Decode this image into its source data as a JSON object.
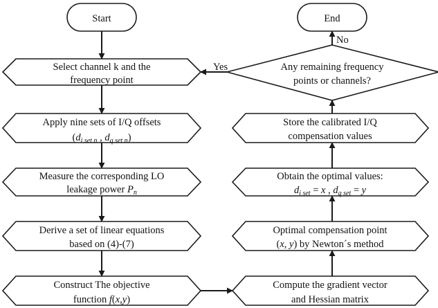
{
  "start_label": "Start",
  "end_label": "End",
  "yes_label": "Yes",
  "no_label": "No",
  "left_steps": [
    {
      "line1": "Select channel k and the",
      "line2": "frequency point"
    },
    {
      "line1": "Apply nine sets of I/Q offsets",
      "line2": "(d_i set n , d_q set n)"
    },
    {
      "line1": "Measure the corresponding LO",
      "line2": "leakage power P_n"
    },
    {
      "line1": "Derive a set of linear equations",
      "line2": "based on (4)-(7)"
    },
    {
      "line1": "Construct The objective",
      "line2": "function f(x,y)"
    }
  ],
  "right_steps": [
    {
      "line1": "Compute the gradient vector",
      "line2": "and Hessian matrix"
    },
    {
      "line1": "Optimal compensation point",
      "line2": "(x, y) by Newton´s method"
    },
    {
      "line1": "Obtain the optimal values:",
      "line2": "d_i set = x , d_q set = y"
    },
    {
      "line1": "Store the calibrated I/Q",
      "line2": "compensation values"
    }
  ],
  "decision": {
    "line1": "Any remaining frequency",
    "line2": "points or channels?"
  }
}
